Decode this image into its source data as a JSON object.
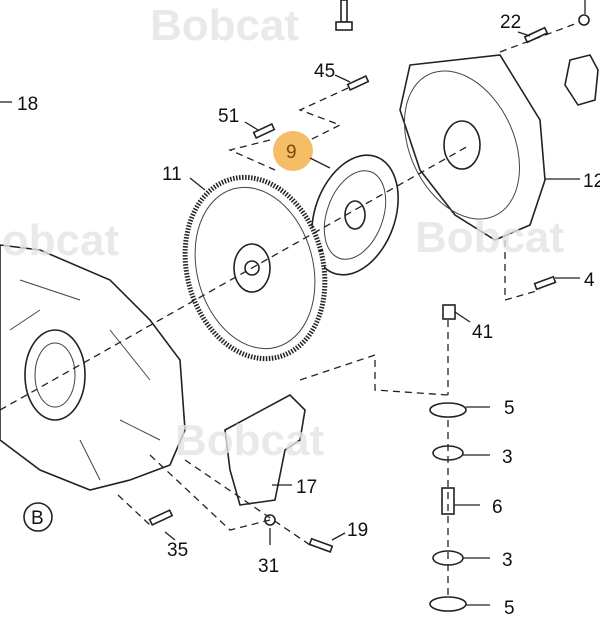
{
  "watermark": "Bobcat",
  "callouts": {
    "c22": "22",
    "c45": "45",
    "c18": "18",
    "c51": "51",
    "c9": "9",
    "c11": "11",
    "c12": "12",
    "c42": "4",
    "c41": "41",
    "c5a": "5",
    "c3a": "3",
    "c6": "6",
    "c3b": "3",
    "c5b": "5",
    "c17": "17",
    "c19": "19",
    "c31": "31",
    "c35": "35",
    "cB": "B"
  },
  "colors": {
    "highlight": "#f3b24a",
    "highlight_text": "#7a4a00"
  }
}
